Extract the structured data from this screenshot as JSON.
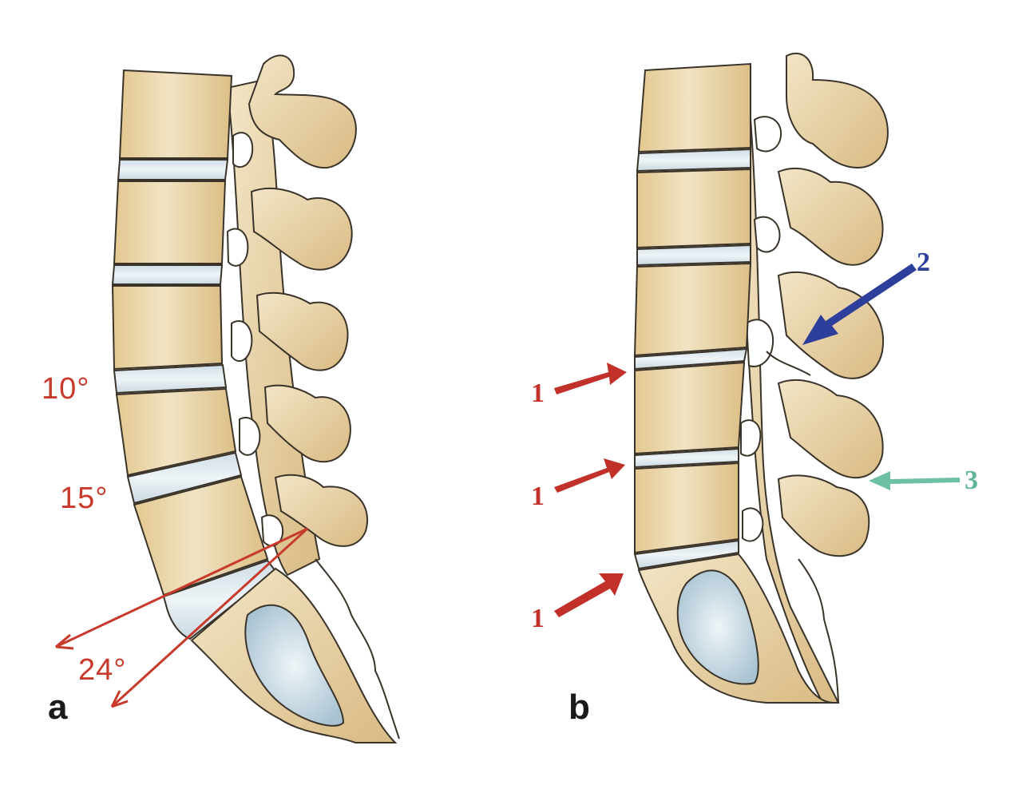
{
  "panels": {
    "a": {
      "letter": "a",
      "angles": [
        "10°",
        "15°",
        "24°"
      ]
    },
    "b": {
      "letter": "b",
      "markers": [
        "1",
        "1",
        "1",
        "2",
        "3"
      ]
    }
  },
  "colors": {
    "bone": "#ecdcb6",
    "bone_shadow": "#cfae72",
    "disc": "#dfeaf0",
    "outline": "#3a3329",
    "red": "#c73a2c",
    "blue": "#2d3f9a",
    "green": "#6ec0a4"
  }
}
